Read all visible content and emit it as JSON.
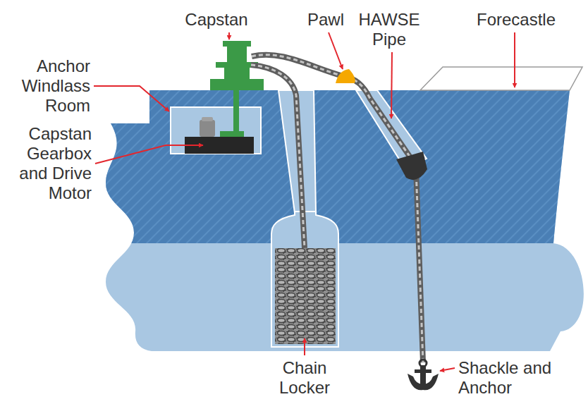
{
  "diagram": {
    "labels": [
      "Capstan",
      "Pawl",
      "HAWSE Pipe",
      "Forecastle",
      "Anchor Windlass Room",
      "Capstan Gearbox and Drive Motor",
      "Chain Locker",
      "Shackle and Anchor"
    ]
  }
}
